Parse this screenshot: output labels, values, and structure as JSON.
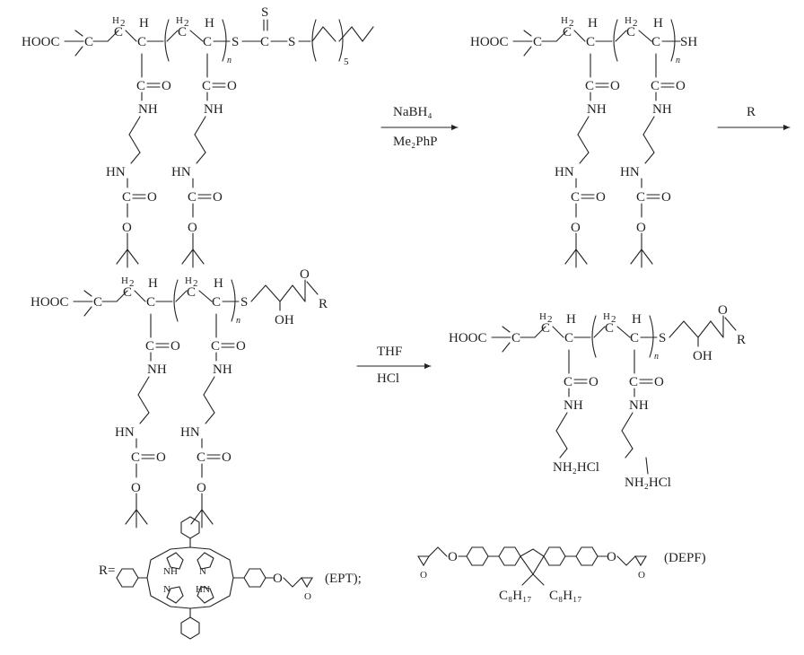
{
  "labels": {
    "hooc": "HOOC",
    "c": "C",
    "h": "H",
    "h2": "H",
    "sub2": "2",
    "n": "n",
    "s": "S",
    "sh": "SH",
    "nh": "NH",
    "hn": "HN",
    "o": "O",
    "eqo": "O",
    "oh": "OH",
    "r": "R",
    "nh2hcl": "NH₂HCl",
    "sub5": "5"
  },
  "arrows": {
    "step1_top": "NaBH₄",
    "step1_bottom": "Me₂PhP",
    "step2_top": "R",
    "step3_top": "THF",
    "step3_bottom": "HCl"
  },
  "r_groups": {
    "r_eq": "R=",
    "ept_label": "(EPT);",
    "depf_label": "(DEPF)",
    "c8h17": "C₈H₁₇",
    "nh_inner": "NH",
    "n_inner": "N",
    "hn_inner": "HN"
  }
}
